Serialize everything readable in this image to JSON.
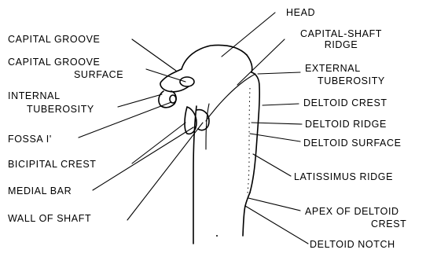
{
  "labels": {
    "head": "HEAD",
    "capital_groove": "CAPITAL GROOVE",
    "capital_shaft_ridge_1": "CAPITAL-SHAFT",
    "capital_shaft_ridge_2": "RIDGE",
    "capital_groove_surface_1": "CAPITAL GROOVE",
    "capital_groove_surface_2": "SURFACE",
    "external_tuberosity_1": "EXTERNAL",
    "external_tuberosity_2": "TUBEROSITY",
    "internal_tuberosity_1": "INTERNAL",
    "internal_tuberosity_2": "TUBEROSITY",
    "deltoid_crest": "DELTOID CREST",
    "deltoid_ridge": "DELTOID RIDGE",
    "fossa": "FOSSA I'",
    "deltoid_surface": "DELTOID SURFACE",
    "bicipital_crest": "BICIPITAL CREST",
    "latissimus_ridge": "LATISSIMUS RIDGE",
    "medial_bar": "MEDIAL BAR",
    "wall_of_shaft": "WALL OF SHAFT",
    "apex_deltoid_crest_1": "APEX OF DELTOID",
    "apex_deltoid_crest_2": "CREST",
    "deltoid_notch": "DELTOID NOTCH"
  }
}
